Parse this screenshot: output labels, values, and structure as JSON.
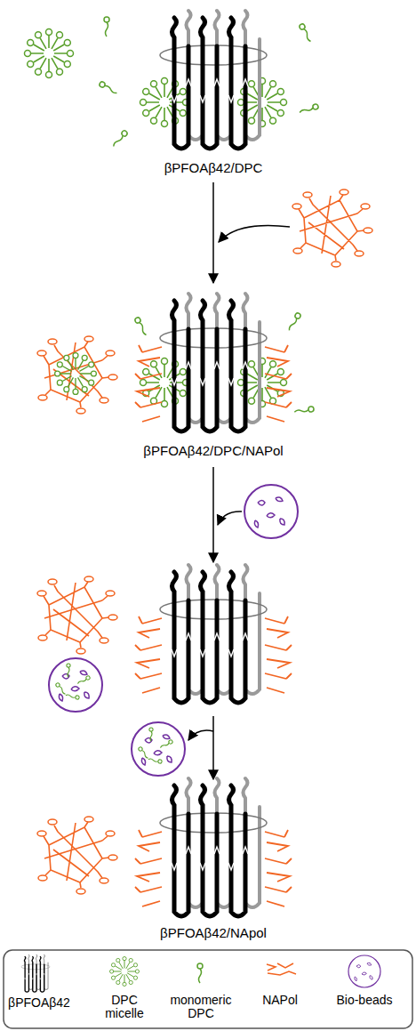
{
  "diagram": {
    "labels": [
      "βPFOAβ42/DPC",
      "βPFOAβ42/DPC/NAPol",
      "βPFOAβ42/NApol"
    ],
    "legend": [
      {
        "text": "βPFOAβ42"
      },
      {
        "text": "DPC micelle"
      },
      {
        "text": "monomeric DPC"
      },
      {
        "text": "NAPol"
      },
      {
        "text": "Bio-beads"
      }
    ]
  }
}
